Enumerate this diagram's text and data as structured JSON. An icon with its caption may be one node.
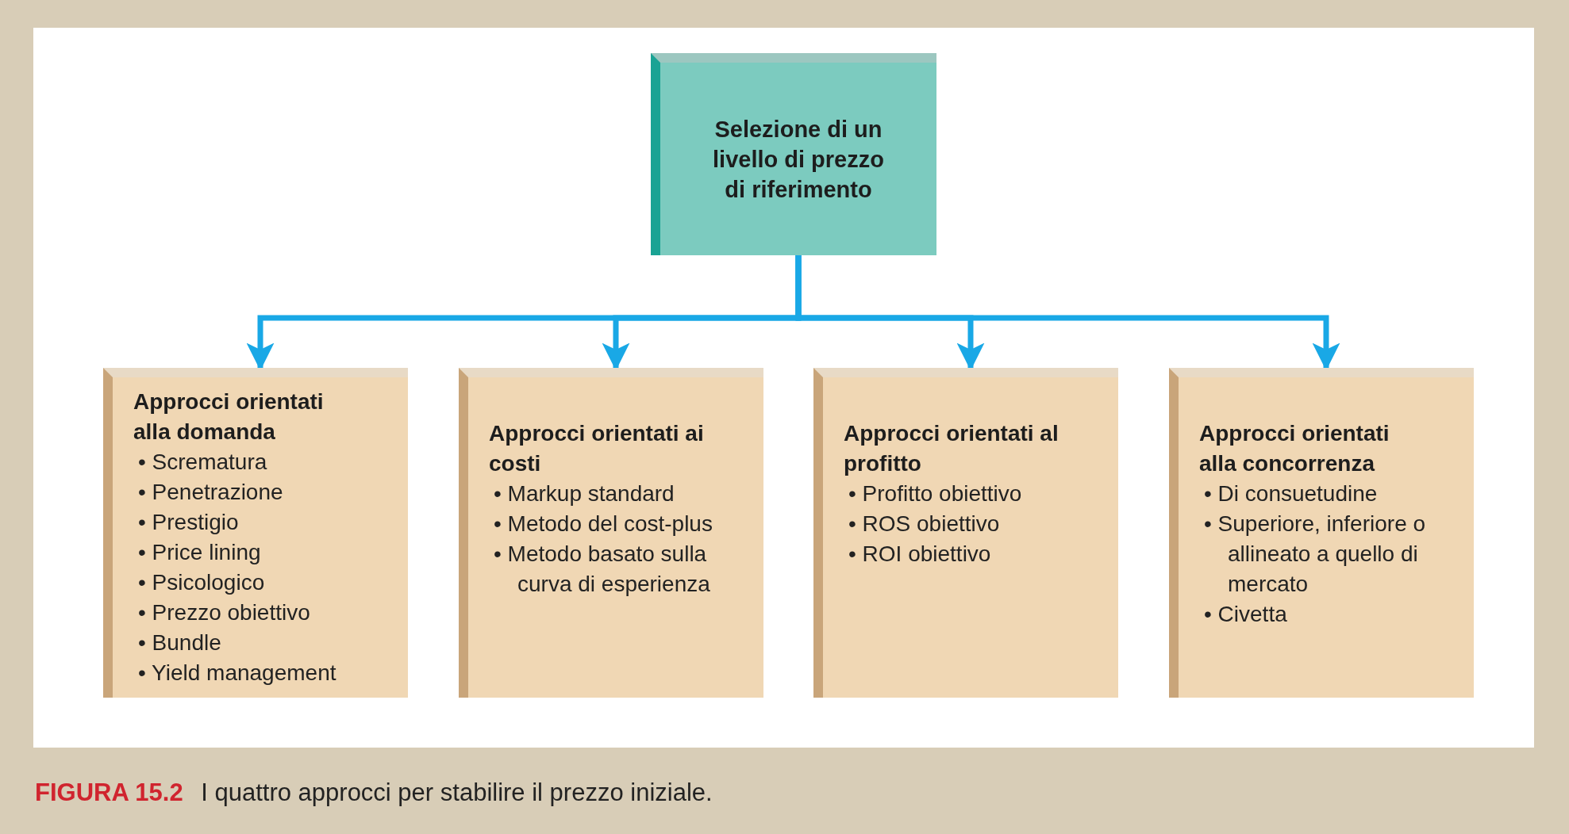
{
  "diagram": {
    "caption": "**FIGURA 15.2** I quattro approcci per stabilire il prezzo iniziale.",
    "nodes": [
      {
        "text": [
          "Selezione di un livello di prezzo di riferimento"
        ]
      },
      {
        "text": [
          "Approcci orientati alla domanda",
          "• Scrematura",
          "• Penetrazione",
          "• Prestigio",
          "• Price lining",
          "• Psicologico",
          "• Prezzo obiettivo",
          "• Bundle",
          "• Yield management"
        ]
      },
      {
        "text": [
          "Approcci orientati ai costi",
          "• Markup standard",
          "• Metodo del cost-plus",
          "• Metodo basato sulla curva di esperienza"
        ]
      },
      {
        "text": [
          "Approcci orientati al profitto",
          "• Profitto obiettivo",
          "• ROS obiettivo",
          "• ROI obiettivo"
        ]
      },
      {
        "text": [
          "Approcci orientati alla concorrenza",
          "• Di consuetudine",
          "• Superiore, inferiore o allineato a quello di mercato",
          "• Civetta"
        ]
      }
    ],
    "edges": [
      {
        "from": 0,
        "to": 1,
        "arrow": "to"
      },
      {
        "from": 0,
        "to": 2,
        "arrow": "to"
      },
      {
        "from": 0,
        "to": 3,
        "arrow": "to"
      },
      {
        "from": 0,
        "to": 4,
        "arrow": "to"
      }
    ]
  }
}
